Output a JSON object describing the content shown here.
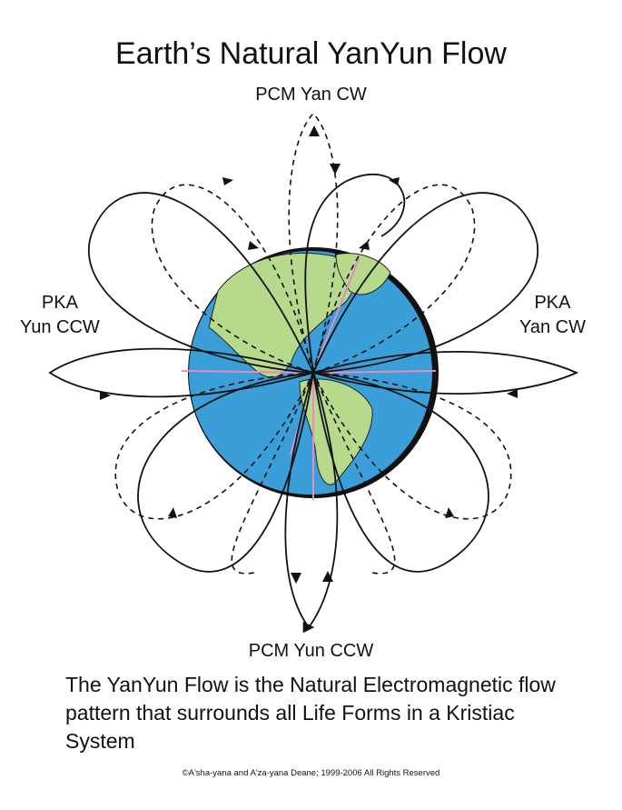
{
  "title": "Earth’s Natural YanYun Flow",
  "labels": {
    "top": "PCM Yan CW",
    "bottom": "PCM Yun CCW",
    "left_line1": "PKA",
    "left_line2": "Yun CCW",
    "right_line1": "PKA",
    "right_line2": "Yan CW"
  },
  "caption": "The YanYun Flow is the Natural Electromagnetic flow pattern that surrounds all Life Forms in a Kristiac System",
  "copyright": "©A'sha-yana and A'za-yana Deane; 1999-2006 All Rights Reserved",
  "colors": {
    "ocean": "#3a9fd8",
    "land": "#b7d98b",
    "flow": "#111111",
    "pink": "#e88ac0"
  }
}
